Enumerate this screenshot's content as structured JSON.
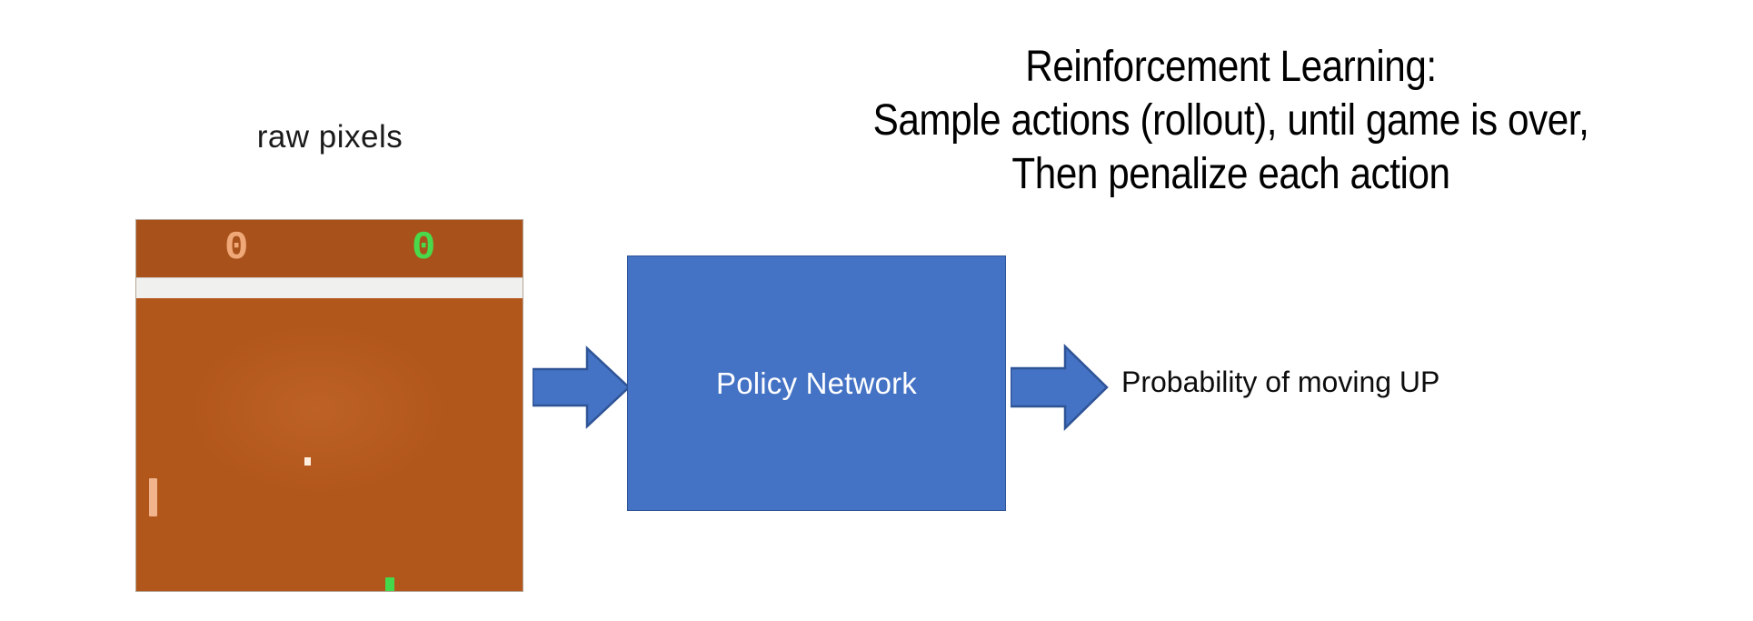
{
  "headline": {
    "line1": "Reinforcement Learning:",
    "line2": "Sample actions (rollout), until game is over,",
    "line3": "Then penalize each action"
  },
  "input": {
    "caption": "raw pixels"
  },
  "pong": {
    "score_left": "0",
    "score_right": "0",
    "colors": {
      "background": "#b2571c",
      "divider": "#f0f0ee",
      "score_left": "#f0a878",
      "score_right": "#4ad94a",
      "paddle_left": "#f2b48c",
      "paddle_right": "#44d94b",
      "ball": "#ffeedd"
    }
  },
  "model": {
    "label": "Policy Network",
    "fill_color": "#4472c4",
    "text_color": "#ffffff"
  },
  "arrows": {
    "input_arrow_name": "right-arrow-icon",
    "output_arrow_name": "right-arrow-icon",
    "color": "#4472c4",
    "stroke": "#2f5496"
  },
  "output": {
    "label": "Probability of moving UP"
  }
}
